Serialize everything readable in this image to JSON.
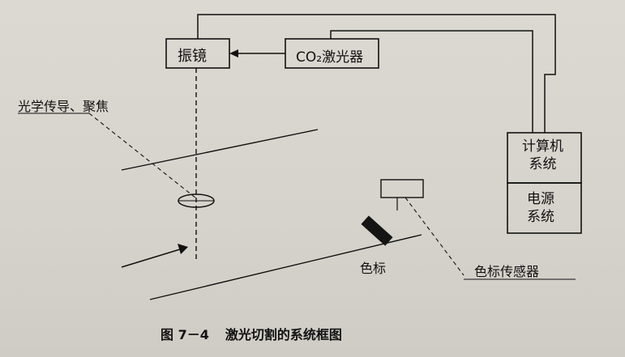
{
  "boxes": {
    "mirror": "振镜",
    "laser": "CO₂激光器",
    "computer": "计算机\n系统",
    "power": "电源\n系统",
    "sensor_box": ""
  },
  "labels": {
    "optics": "光学传导、聚焦",
    "mark": "色标",
    "mark_sensor": "色标传感器"
  },
  "caption": {
    "number": "图 7－4",
    "title": "激光切割的系统框图"
  }
}
